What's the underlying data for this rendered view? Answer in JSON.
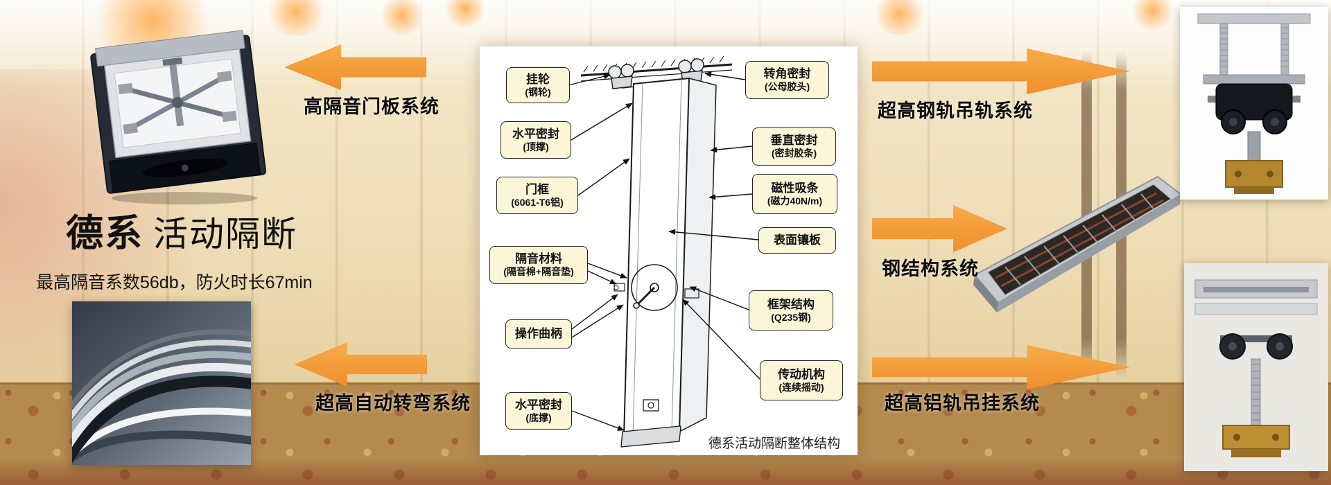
{
  "brand": {
    "name": "德系",
    "type": "活动隔断",
    "tagline": "最高隔音系数56db，防火时长67min"
  },
  "systems": {
    "door_panel": "高隔音门板系统",
    "auto_turn": "超高自动转弯系统",
    "steel_rail": "超高钢轨吊轨系统",
    "steel_structure": "钢结构系统",
    "alu_rail": "超高铝轨吊挂系统"
  },
  "diagram": {
    "caption": "德系活动隔断整体结构",
    "callouts_left": [
      {
        "title": "挂轮",
        "sub": "(钢轮)"
      },
      {
        "title": "水平密封",
        "sub": "(顶撑)"
      },
      {
        "title": "门框",
        "sub": "(6061-T6铝)"
      },
      {
        "title": "隔音材料",
        "sub": "(隔音棉+隔音垫)"
      },
      {
        "title": "操作曲柄",
        "sub": ""
      },
      {
        "title": "水平密封",
        "sub": "(底撑)"
      }
    ],
    "callouts_right": [
      {
        "title": "转角密封",
        "sub": "(公母胶头)"
      },
      {
        "title": "垂直密封",
        "sub": "(密封胶条)"
      },
      {
        "title": "磁性吸条",
        "sub": "(磁力40N/m)"
      },
      {
        "title": "表面镶板",
        "sub": ""
      },
      {
        "title": "框架结构",
        "sub": "(Q235钢)"
      },
      {
        "title": "传动机构",
        "sub": "(连续摇动)"
      }
    ]
  },
  "colors": {
    "arrow_orange": "#F29B38",
    "callout_bg": "#FCF6D9",
    "wall_cream": "#EEDDB7"
  }
}
